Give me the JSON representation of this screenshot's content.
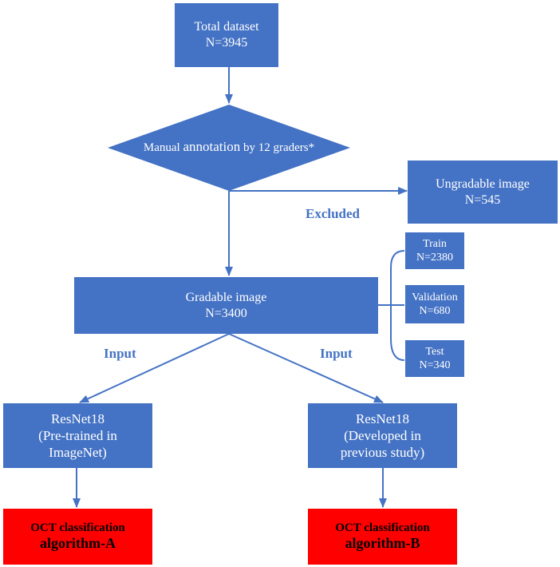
{
  "total": {
    "title": "Total dataset",
    "n": "N=3945"
  },
  "manual": {
    "prefix": "Manual ",
    "emph": "annotation",
    "suffix": " by 12 graders*"
  },
  "ungradable": {
    "title": "Ungradable image",
    "n": "N=545"
  },
  "excluded_label": "Excluded",
  "gradable": {
    "title": "Gradable image",
    "n": "N=3400"
  },
  "splits": [
    {
      "title": "Train",
      "n": "N=2380"
    },
    {
      "title": "Validation",
      "n": "N=680"
    },
    {
      "title": "Test",
      "n": "N=340"
    }
  ],
  "input_left": "Input",
  "input_right": "Input",
  "resnet_a": {
    "line1": "ResNet18",
    "line2": "(Pre-trained in",
    "line3": "ImageNet)"
  },
  "resnet_b": {
    "line1": "ResNet18",
    "line2": "(Developed in",
    "line3": "previous study)"
  },
  "algo_a": {
    "line1": "OCT classification",
    "line2": "algorithm-A"
  },
  "algo_b": {
    "line1": "OCT classification",
    "line2": "algorithm-B"
  },
  "colors": {
    "box": "#4472c4",
    "result": "#ff0000",
    "arrow": "#4472c4"
  }
}
